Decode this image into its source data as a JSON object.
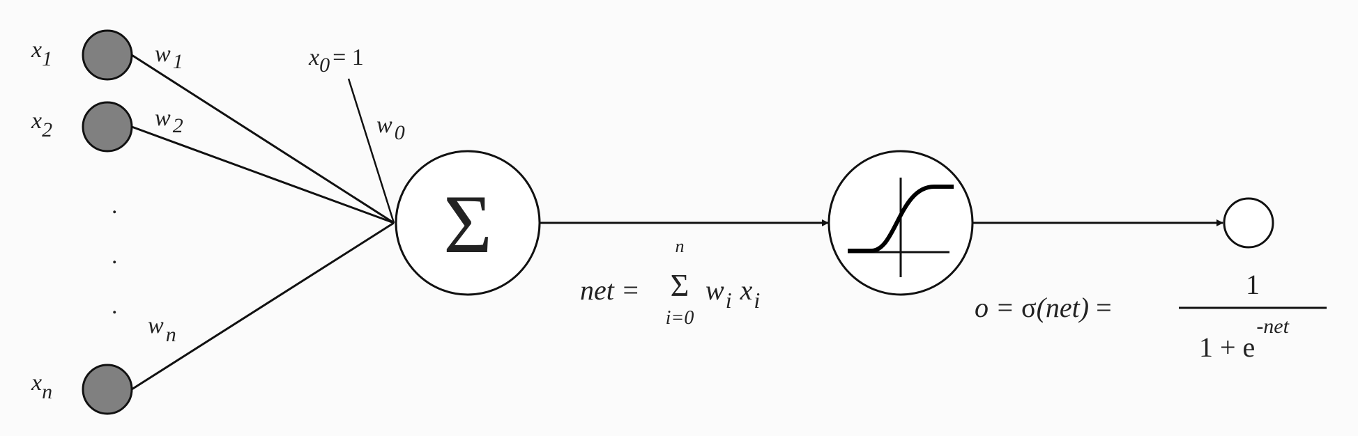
{
  "inputs": [
    {
      "label": "x",
      "sub": "1",
      "weight": "w",
      "weight_sub": "1"
    },
    {
      "label": "x",
      "sub": "2",
      "weight": "w",
      "weight_sub": "2"
    },
    {
      "label": "x",
      "sub": "n",
      "weight": "w",
      "weight_sub": "n"
    }
  ],
  "ellipsis": [
    ".",
    ".",
    "."
  ],
  "bias": {
    "label": "x",
    "sub": "0",
    "eq": "= 1",
    "weight": "w",
    "weight_sub": "0"
  },
  "sum_node": {
    "symbol": "Σ"
  },
  "net_formula": {
    "lhs": "net =",
    "sigma": "Σ",
    "upper": "n",
    "lower": "i=0",
    "w": "w",
    "w_sub": "i",
    "x": "x",
    "x_sub": "i"
  },
  "output_formula": {
    "lhs": "o = ",
    "sigma": "σ",
    "arg": "(net)",
    "eq": " =",
    "numerator": "1",
    "denominator": "1 + e",
    "exponent": "-net"
  },
  "colors": {
    "input_fill": "#808080",
    "stroke": "#111111",
    "background": "#fbfbfb"
  }
}
